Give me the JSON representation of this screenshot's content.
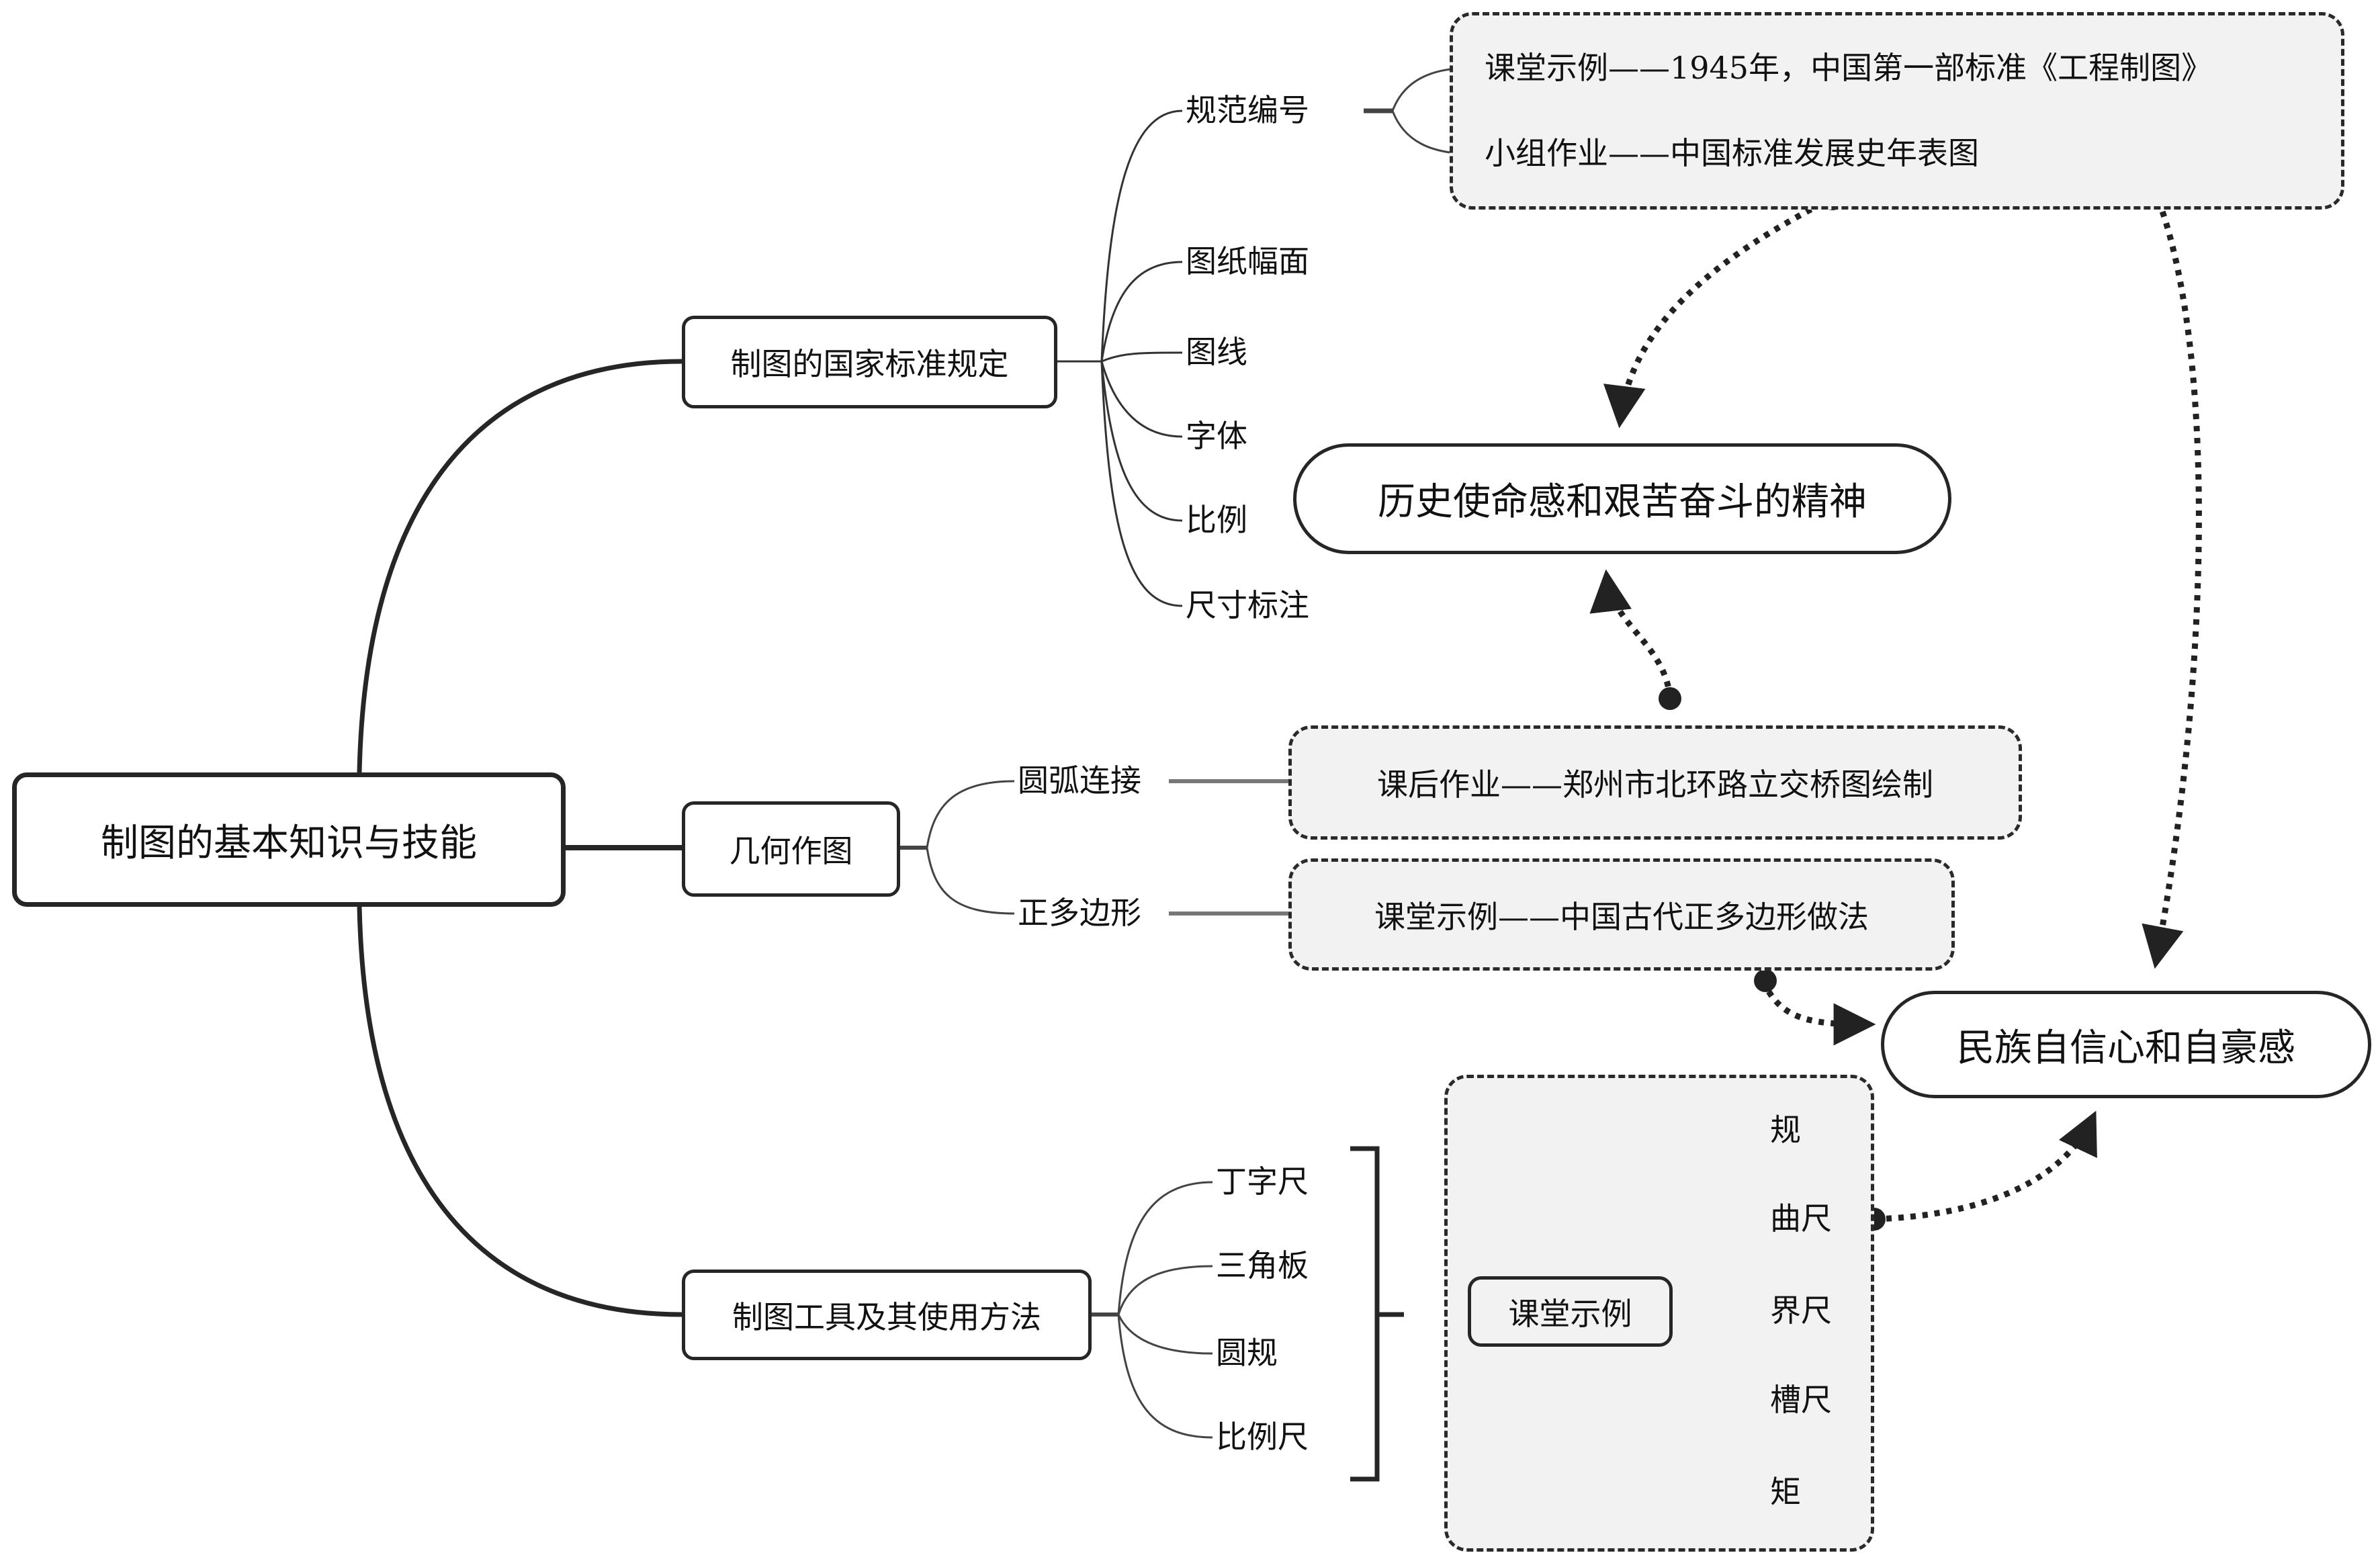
{
  "root": {
    "label": "制图的基本知识与技能"
  },
  "branches": [
    {
      "label": "制图的国家标准规定",
      "children": [
        "规范编号",
        "图纸幅面",
        "图线",
        "字体",
        "比例",
        "尺寸标注"
      ]
    },
    {
      "label": "几何作图",
      "children": [
        "圆弧连接",
        "正多边形"
      ]
    },
    {
      "label": "制图工具及其使用方法",
      "children": [
        "丁字尺",
        "三角板",
        "圆规",
        "比例尺"
      ]
    }
  ],
  "examples": {
    "standards": [
      "课堂示例——1945年，中国第一部标准《工程制图》",
      "小组作业——中国标准发展史年表图"
    ],
    "arc": "课后作业——郑州市北环路立交桥图绘制",
    "polygon": "课堂示例——中国古代正多边形做法",
    "tools": {
      "label": "课堂示例",
      "children": [
        "规",
        "曲尺",
        "界尺",
        "槽尺",
        "矩"
      ]
    }
  },
  "values": {
    "history": "历史使命感和艰苦奋斗的精神",
    "national": "民族自信心和自豪感"
  },
  "colors": {
    "stroke": "#262626",
    "example_fill": "#f2f2f2",
    "background": "#ffffff"
  }
}
